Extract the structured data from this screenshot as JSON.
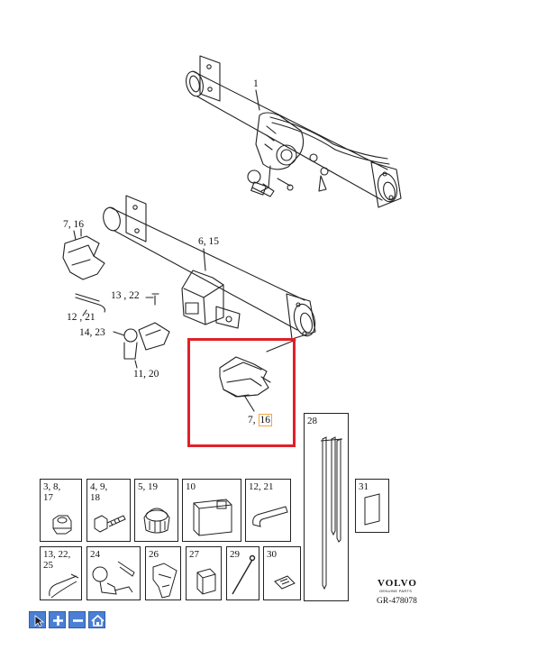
{
  "callouts": {
    "c1": "1",
    "c7_16_top": "7, 16",
    "c6_15": "6, 15",
    "c13_22": "13 , 22",
    "c12_21": "12 , 21",
    "c14_23": "14, 23",
    "c11_20": "11, 20",
    "c7": "7,",
    "c16": "16"
  },
  "parts": {
    "p3": "3,  8,\n17",
    "p4": "4,  9,\n18",
    "p5": "5, 19",
    "p10": "10",
    "p12": "12, 21",
    "p13": "13, 22,\n25",
    "p24": "24",
    "p26": "26",
    "p27": "27",
    "p29": "29",
    "p30": "30",
    "p28": "28",
    "p31": "31"
  },
  "brand": {
    "name": "VOLVO",
    "sub": "GENUINE PARTS",
    "ref": "GR-478078"
  },
  "colors": {
    "highlight": "#e0202a",
    "toolbar": "#4a7fd4",
    "number_highlight": "#f0a640"
  },
  "toolbar_icons": [
    "pointer-icon",
    "zoom-in-icon",
    "zoom-out-icon",
    "home-icon"
  ]
}
